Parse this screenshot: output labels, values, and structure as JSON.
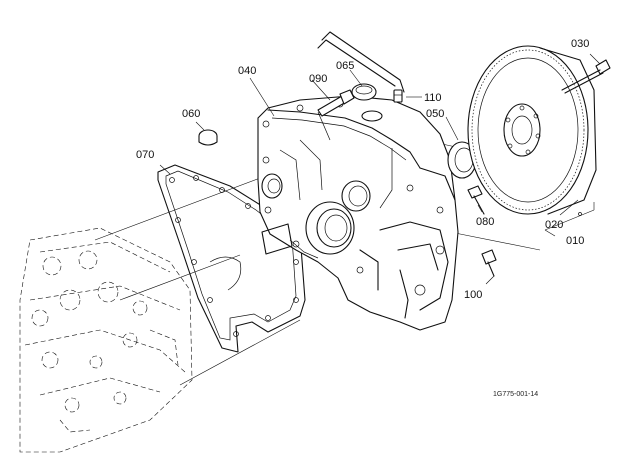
{
  "diagram": {
    "part_labels": {
      "p010": "010",
      "p020": "020",
      "p030": "030",
      "p040": "040",
      "p050": "050",
      "p060": "060",
      "p065": "065",
      "p070": "070",
      "p080": "080",
      "p090": "090",
      "p100": "100",
      "p110": "110"
    },
    "drawing_reference": "1G775-001-14"
  }
}
